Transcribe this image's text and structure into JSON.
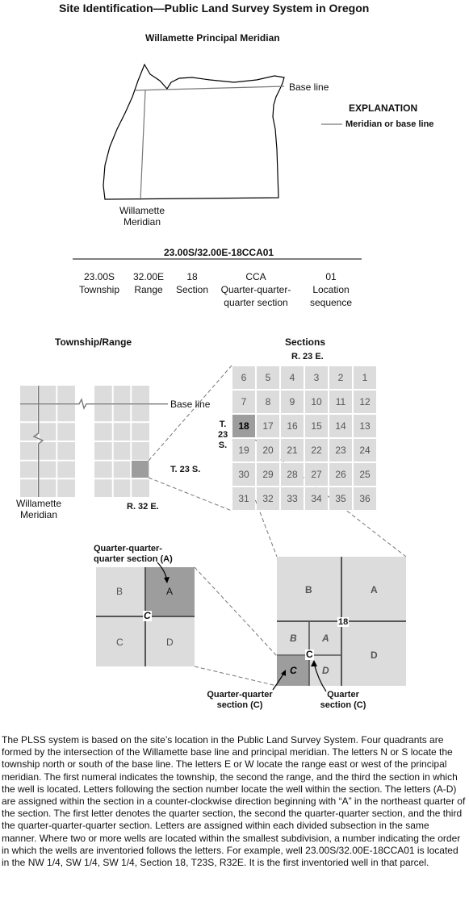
{
  "title": "Site Identification—Public Land Survey System in Oregon",
  "map": {
    "heading": "Willamette Principal Meridian",
    "baseline_label": "Base line",
    "meridian_label": [
      "Willamette",
      "Meridian"
    ],
    "explanation_heading": "EXPLANATION",
    "explanation_item": "Meridian or base line"
  },
  "code": {
    "full": "23.00S/32.00E-18CCA01",
    "parts": [
      {
        "value": "23.00S",
        "label": [
          "Township"
        ]
      },
      {
        "value": "32.00E",
        "label": [
          "Range"
        ]
      },
      {
        "value": "18",
        "label": [
          "Section"
        ]
      },
      {
        "value": "CCA",
        "label": [
          "Quarter-quarter-",
          "quarter section"
        ]
      },
      {
        "value": "01",
        "label": [
          "Location",
          "sequence"
        ]
      }
    ]
  },
  "township": {
    "heading": "Township/Range",
    "baseline_label": "Base line",
    "meridian_label": [
      "Willamette",
      "Meridian"
    ],
    "township_label": "T. 23 S.",
    "range_label": "R. 32 E."
  },
  "sections": {
    "heading": "Sections",
    "range_label": "R. 23 E.",
    "township_label": [
      "T.",
      "23",
      "S."
    ],
    "rows": [
      [
        "6",
        "5",
        "4",
        "3",
        "2",
        "1"
      ],
      [
        "7",
        "8",
        "9",
        "10",
        "11",
        "12"
      ],
      [
        "18",
        "17",
        "16",
        "15",
        "14",
        "13"
      ],
      [
        "19",
        "20",
        "21",
        "22",
        "23",
        "24"
      ],
      [
        "30",
        "29",
        "28",
        "27",
        "26",
        "25"
      ],
      [
        "31",
        "32",
        "33",
        "34",
        "35",
        "36"
      ]
    ],
    "highlighted": "18"
  },
  "qqq": {
    "label": [
      "Quarter-quarter-",
      "quarter section (A)"
    ],
    "cells": [
      "B",
      "A",
      "C",
      "D"
    ],
    "center": "C"
  },
  "section_detail": {
    "section_number": "18",
    "quarters": [
      "B",
      "A",
      "D"
    ],
    "sub_quarters": [
      "B",
      "A",
      "C",
      "D"
    ],
    "center": "C",
    "qq_label": [
      "Quarter-quarter",
      "section (C)"
    ],
    "q_label": [
      "Quarter",
      "section (C)"
    ]
  },
  "paragraph": "The PLSS system is based on the site’s location in the Public Land Survey System. Four quadrants are formed by the intersection of the Willamette base line and principal meridian. The letters N or S locate the township north or south of the base line. The letters E or W locate the range east or west of the principal meridian. The first numeral indicates the township, the second the range, and the third the section in which the well is located.  Letters following the section number locate the well within the section. The letters (A-D) are assigned within the section in a counter-clockwise direction beginning with “A” in the northeast quarter of the section. The first letter denotes the quarter section, the second the quarter-quarter section, and the third the quarter-quarter-quarter section. Letters are assigned within each divided subsection in the same manner. Where two or more wells are located within the smallest subdivision, a number indicating the order in which the wells are inventoried follows the letters. For example, well 23.00S/32.00E-18CCA01 is located in the NW 1/4, SW 1/4, SW 1/4, Section 18, T23S, R32E. It is the first inventoried well in that parcel."
}
